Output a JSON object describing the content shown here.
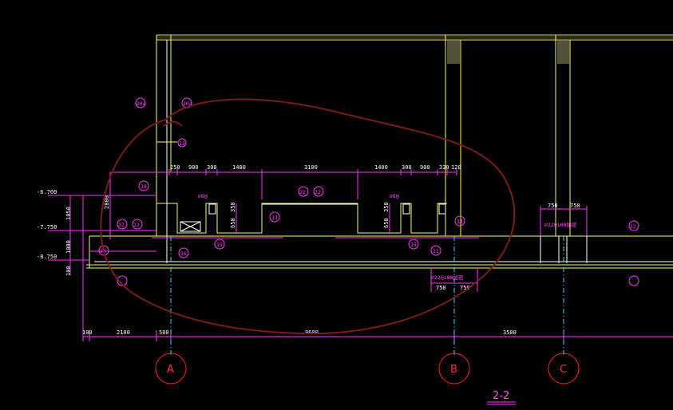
{
  "drawing": {
    "section_title": "2-2",
    "grid_labels": [
      "A",
      "B",
      "C"
    ],
    "elevations": [
      "-6.700",
      "-7.750",
      "-8.750"
    ],
    "left_dims": [
      "1050",
      "1000",
      "100",
      "2800"
    ],
    "top_dims": [
      "250",
      "900",
      "300",
      "1400",
      "3100",
      "1400",
      "300",
      "900",
      "330",
      "120"
    ],
    "bottom_dims": [
      "100",
      "2100",
      "500",
      "9600",
      "3500"
    ],
    "side_dims": [
      "350",
      "650",
      "350",
      "650"
    ],
    "c_dims": [
      "750",
      "750"
    ],
    "b_dims": [
      "750",
      "750"
    ],
    "rebar_labels": [
      "⌀22@100加密",
      "⌀22@100加密"
    ],
    "small_labels": [
      "⌀8@",
      "⌀8@"
    ],
    "bubbles": [
      "20a",
      "20a",
      "13",
      "19",
      "22",
      "22",
      "22",
      "22",
      "22",
      "13",
      "14",
      "15",
      "15",
      "16",
      "21",
      "22"
    ]
  }
}
